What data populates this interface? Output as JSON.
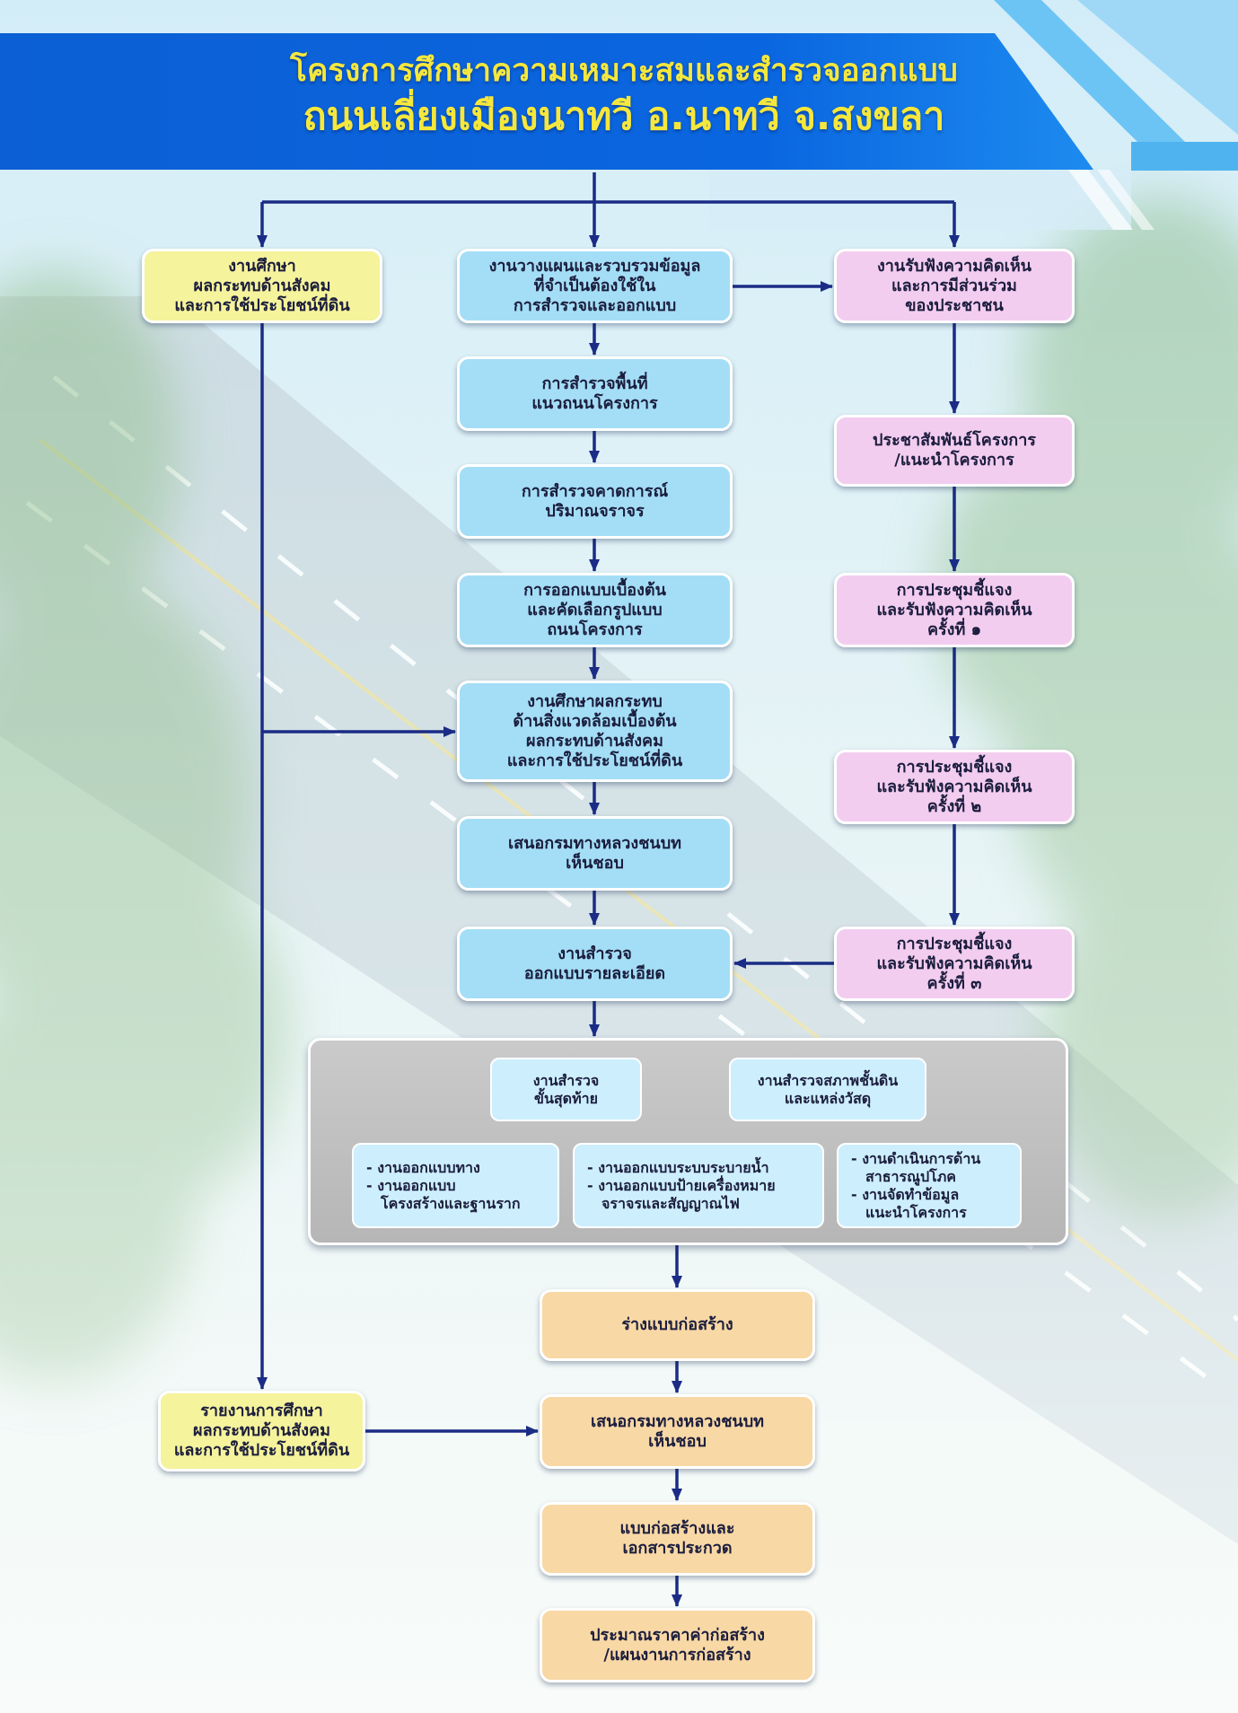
{
  "header": {
    "title_line1": "โครงการศึกษาความเหมาะสมและสำรวจออกแบบ",
    "title_line2": "ถนนเลี่ยงเมืองนาทวี อ.นาทวี จ.สงขลา"
  },
  "top_row": {
    "social_study": [
      "งานศึกษา",
      "ผลกระทบด้านสังคม",
      "และการใช้ประโยชน์ที่ดิน"
    ],
    "planning": [
      "งานวางแผนและรวบรวมข้อมูล",
      "ที่จำเป็นต้องใช้ใน",
      "การสำรวจและออกแบบ"
    ],
    "public_participation": [
      "งานรับฟังความคิดเห็น",
      "และการมีส่วนร่วม",
      "ของประชาชน"
    ]
  },
  "design_steps": [
    [
      "การสำรวจพื้นที่",
      "แนวถนนโครงการ"
    ],
    [
      "การสำรวจคาดการณ์",
      "ปริมาณจราจร"
    ],
    [
      "การออกแบบเบื้องต้น",
      "และคัดเลือกรูปแบบ",
      "ถนนโครงการ"
    ],
    [
      "งานศึกษาผลกระทบ",
      "ด้านสิ่งแวดล้อมเบื้องต้น",
      "ผลกระทบด้านสังคม",
      "และการใช้ประโยชน์ที่ดิน"
    ],
    [
      "เสนอกรมทางหลวงชนบท",
      "เห็นชอบ"
    ],
    [
      "งานสำรวจ",
      "ออกแบบรายละเอียด"
    ]
  ],
  "participation_steps": [
    [
      "ประชาสัมพันธ์โครงการ",
      "/แนะนำโครงการ"
    ],
    [
      "การประชุมชี้แจง",
      "และรับฟังความคิดเห็น",
      "ครั้งที่ ๑"
    ],
    [
      "การประชุมชี้แจง",
      "และรับฟังความคิดเห็น",
      "ครั้งที่ ๒"
    ],
    [
      "การประชุมชี้แจง",
      "และรับฟังความคิดเห็น",
      "ครั้งที่ ๓"
    ]
  ],
  "detailed_design_panel": {
    "survey_tasks": [
      [
        "งานสำรวจ",
        "ขั้นสุดท้าย"
      ],
      [
        "งานสำรวจสภาพชั้นดิน",
        "และแหล่งวัสดุ"
      ]
    ],
    "design_tasks": [
      [
        "- งานออกแบบทาง",
        "- งานออกแบบ",
        "โครงสร้างและฐานราก"
      ],
      [
        "- งานออกแบบระบบระบายน้ำ",
        "- งานออกแบบป้ายเครื่องหมาย",
        "จราจรและสัญญาณไฟ"
      ],
      [
        "- งานดำเนินการด้าน",
        "สาธารณูปโภค",
        "- งานจัดทำข้อมูล",
        "แนะนำโครงการ"
      ]
    ]
  },
  "construction_steps": [
    [
      "ร่างแบบก่อสร้าง"
    ],
    [
      "เสนอกรมทางหลวงชนบท",
      "เห็นชอบ"
    ],
    [
      "แบบก่อสร้างและ",
      "เอกสารประกวด"
    ],
    [
      "ประมาณราคาค่าก่อสร้าง",
      "/แผนงานการก่อสร้าง"
    ]
  ],
  "social_report": [
    "รายงานการศึกษา",
    "ผลกระทบด้านสังคม",
    "และการใช้ประโยชน์ที่ดิน"
  ],
  "colors": {
    "arrow": "#1a2c85",
    "title_text": "#f5e73c",
    "banner": "#0c5fd4",
    "study_box": "#f5f39c",
    "design_box": "#a4def6",
    "participation_box": "#f3cdf0",
    "construction_box": "#f8d8a5",
    "panel": "#bfbfbf",
    "panel_item": "#cdeefc"
  }
}
